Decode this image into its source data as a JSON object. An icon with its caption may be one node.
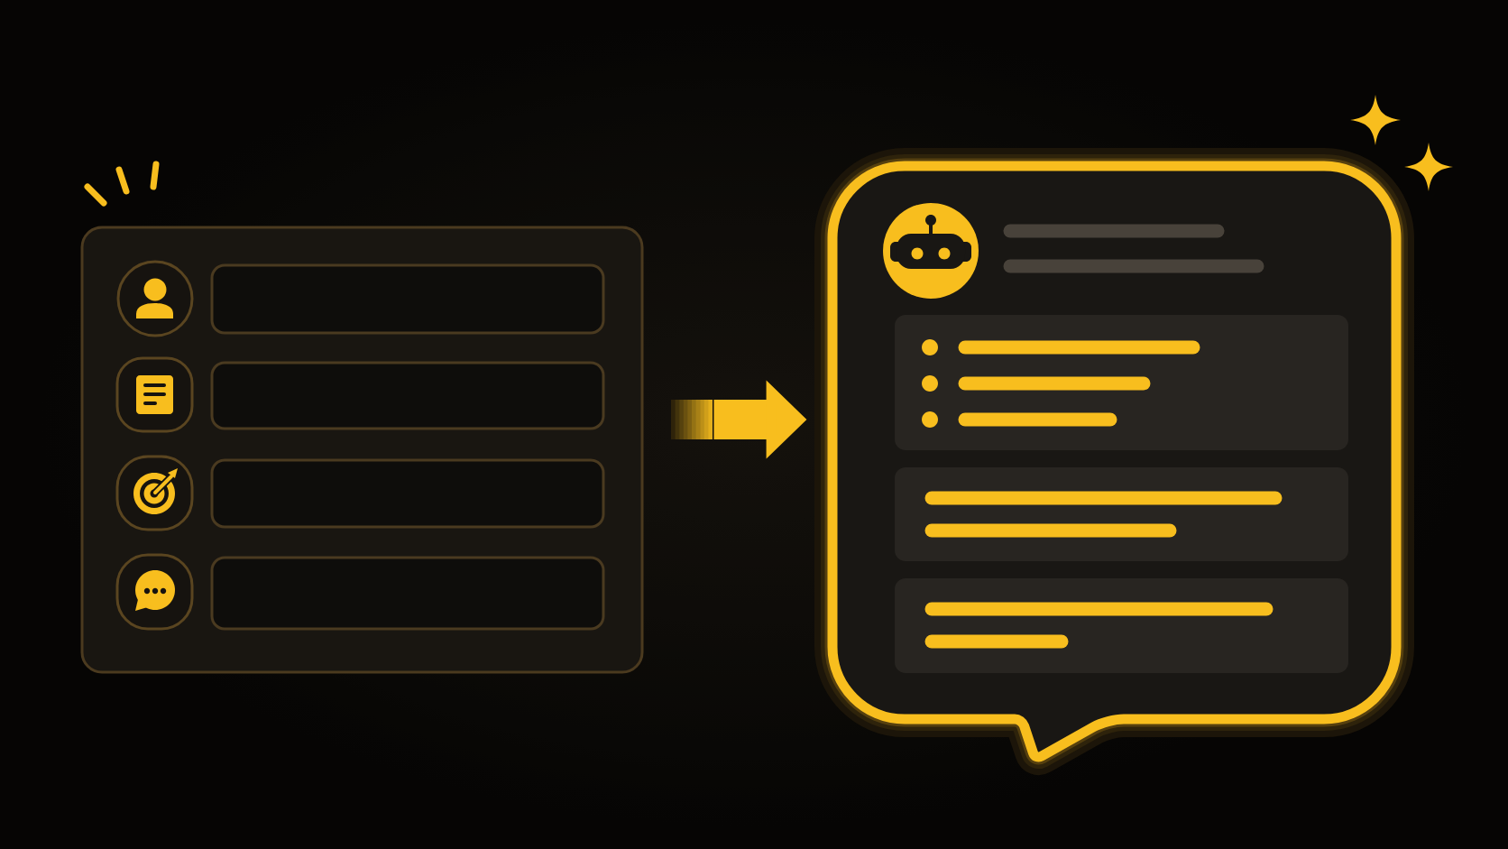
{
  "diagram": {
    "nodes": [
      {
        "text": [],
        "shape": "box"
      },
      {
        "text": [],
        "shape": "bubble"
      }
    ],
    "edges": [
      {
        "from": 0,
        "to": 1,
        "arrow": "to"
      }
    ]
  }
}
